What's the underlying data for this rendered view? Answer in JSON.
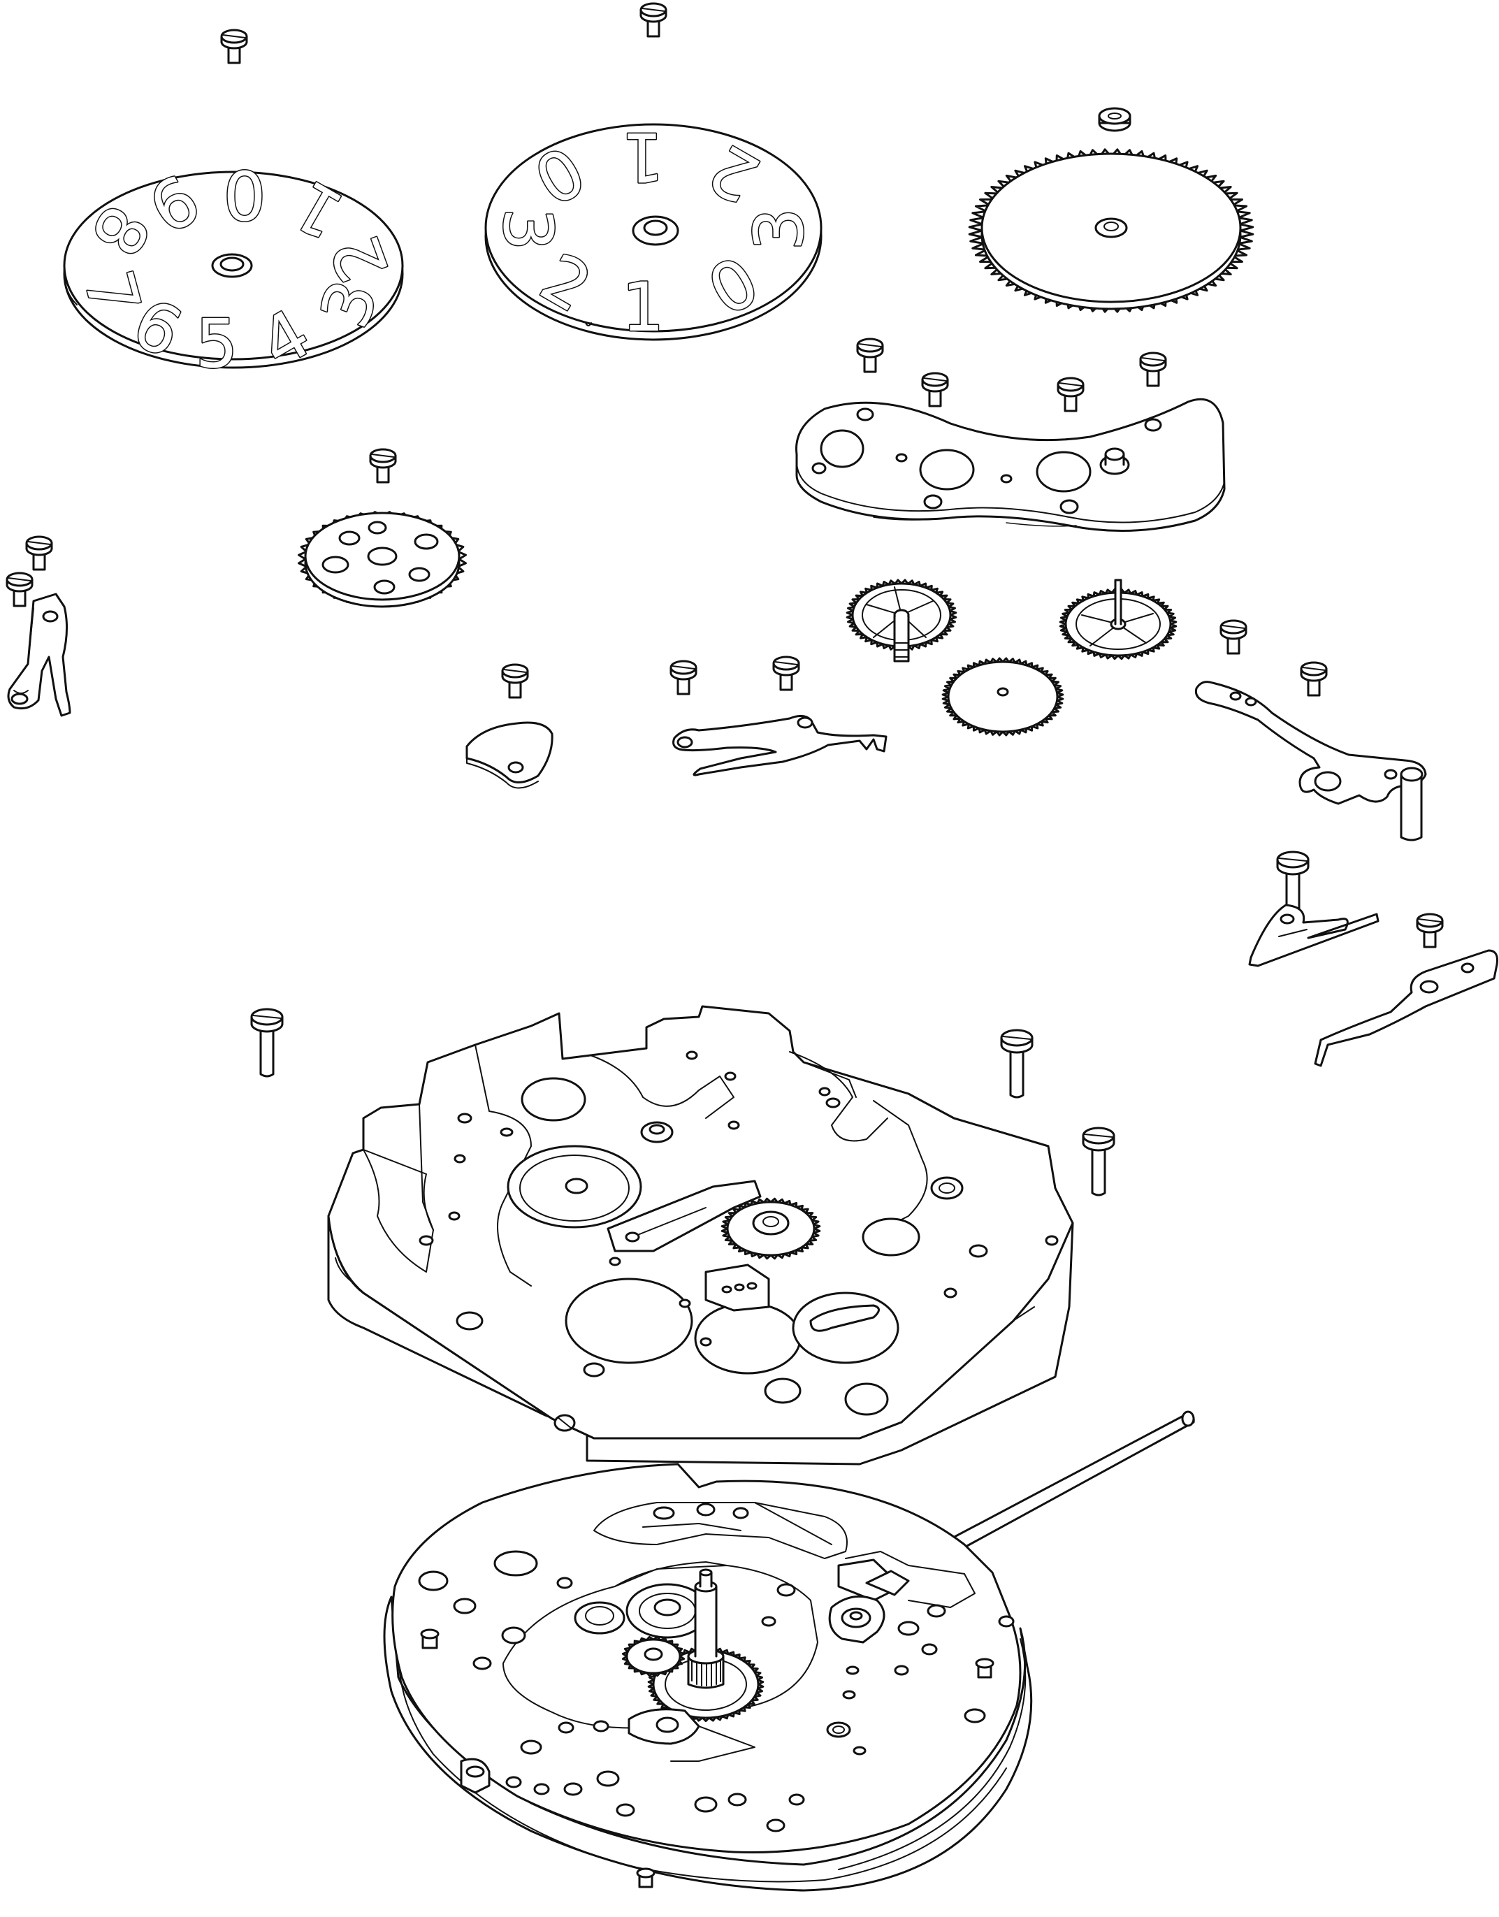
{
  "figure": {
    "style": "line-art exploded view",
    "stroke_color": "#111111",
    "background_color": "#ffffff"
  },
  "left_disc": {
    "numerals": [
      "0",
      "1",
      "2",
      "3",
      "4",
      "5",
      "6",
      "7",
      "8",
      "9"
    ]
  },
  "middle_disc": {
    "numerals": [
      "1",
      "2",
      "3",
      "0",
      "1",
      "2",
      "3",
      "0"
    ]
  }
}
